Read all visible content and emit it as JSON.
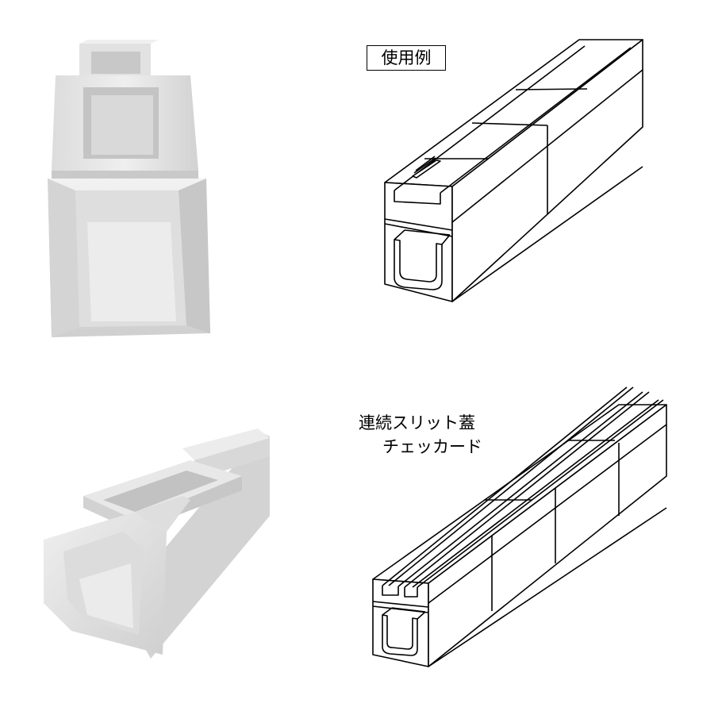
{
  "labels": {
    "usage_example": "使用例",
    "lid_type_line1": "連続スリット蓋",
    "lid_type_line2": "チェッカード"
  },
  "colors": {
    "concrete_light": "#e9e9e9",
    "concrete_mid": "#d6d6d6",
    "concrete_shadow": "#bdbdbd",
    "line": "#000000"
  }
}
